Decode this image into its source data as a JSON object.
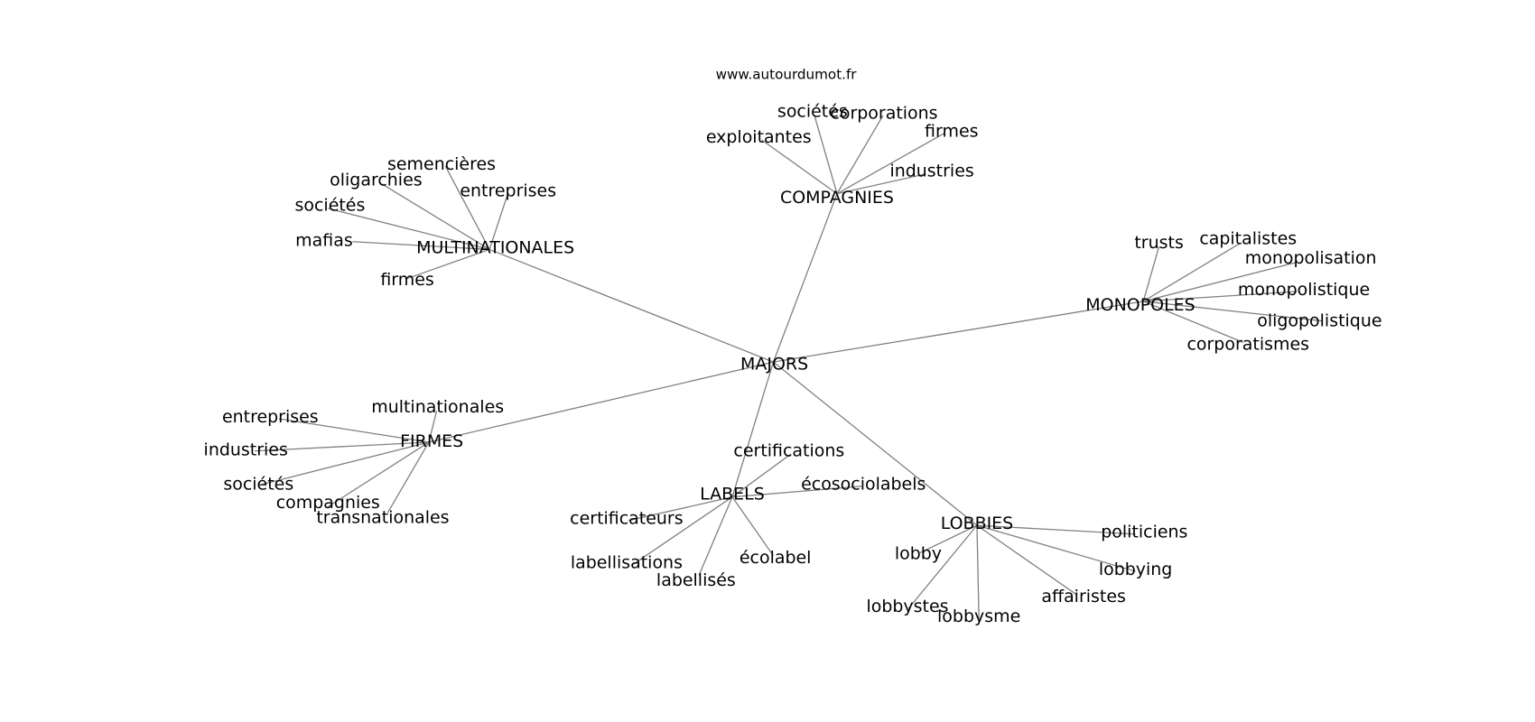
{
  "title": "www.autourdumot.fr",
  "center": "MAJORS",
  "groups": [
    {
      "hub": "MULTINATIONALES",
      "leaves": [
        "semencières",
        "oligarchies",
        "entreprises",
        "sociétés",
        "mafias",
        "firmes"
      ]
    },
    {
      "hub": "COMPAGNIES",
      "leaves": [
        "sociétés",
        "corporations",
        "exploitantes",
        "firmes",
        "industries"
      ]
    },
    {
      "hub": "MONOPOLES",
      "leaves": [
        "trusts",
        "capitalistes",
        "monopolisation",
        "monopolistique",
        "oligopolistique",
        "corporatismes"
      ]
    },
    {
      "hub": "FIRMES",
      "leaves": [
        "multinationales",
        "entreprises",
        "industries",
        "sociétés",
        "compagnies",
        "transnationales"
      ]
    },
    {
      "hub": "LABELS",
      "leaves": [
        "certifications",
        "écosociolabels",
        "certificateurs",
        "labellisations",
        "labellisés",
        "écolabel"
      ]
    },
    {
      "hub": "LOBBIES",
      "leaves": [
        "politiciens",
        "lobby",
        "lobbying",
        "affairistes",
        "lobbystes",
        "lobbysme"
      ]
    }
  ]
}
